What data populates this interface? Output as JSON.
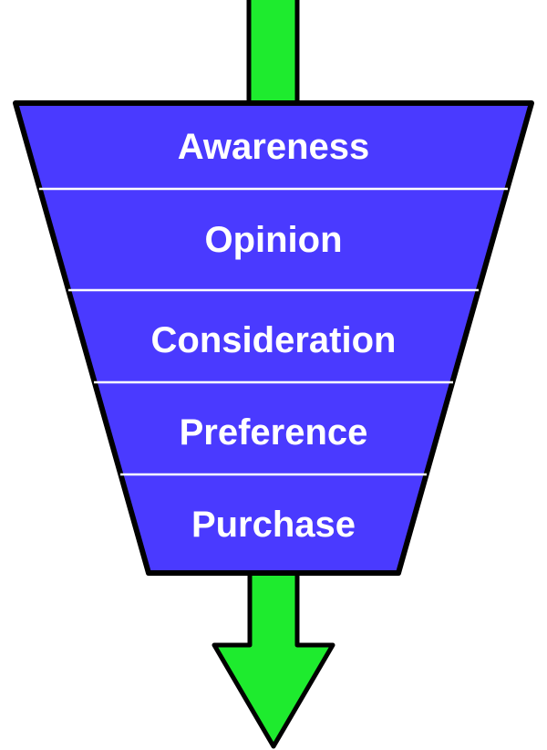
{
  "title": "Purchase funnel",
  "stages": [
    {
      "label": "Awareness"
    },
    {
      "label": "Opinion"
    },
    {
      "label": "Consideration"
    },
    {
      "label": "Preference"
    },
    {
      "label": "Purchase"
    }
  ],
  "colors": {
    "funnel_fill": "#4a3aff",
    "arrow_fill": "#1eeb2e",
    "outline": "#000000",
    "divider": "#ffffff",
    "text": "#ffffff"
  }
}
